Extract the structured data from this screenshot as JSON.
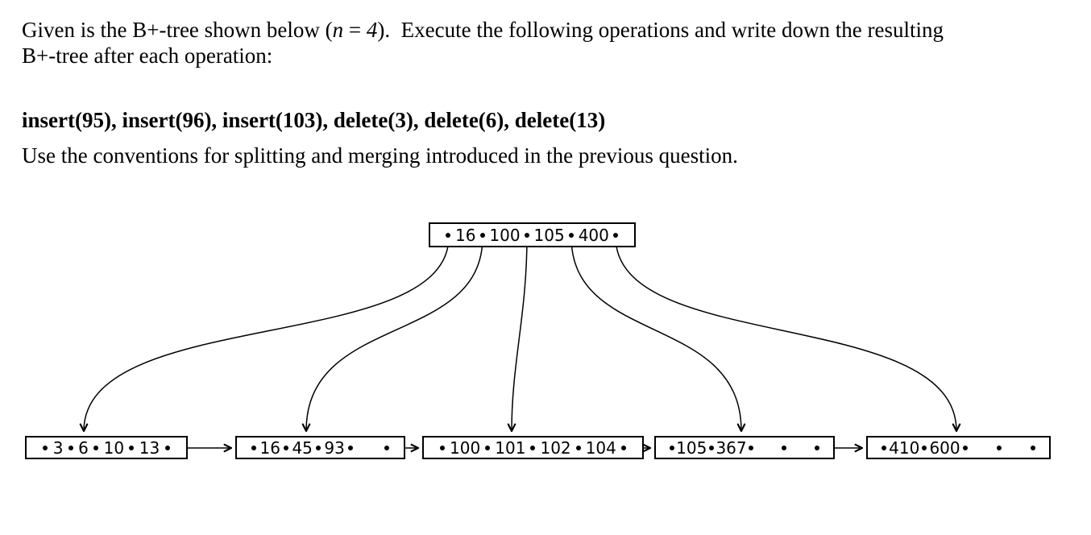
{
  "colors": {
    "ink": "#000000",
    "background": "#ffffff"
  },
  "question": {
    "line1": {
      "pre": "Given is the B+-tree shown below (",
      "var": "n",
      "eq": " = ",
      "val": "4",
      "post": ").  Execute the following operations and write down the resulting"
    },
    "line2": "B+-tree after each operation:",
    "operations": "insert(95), insert(96), insert(103), delete(3), delete(6), delete(13)",
    "note": "Use the conventions for splitting and merging introduced in the previous question."
  },
  "tree": {
    "order": "4",
    "root": {
      "keys": [
        "16",
        "100",
        "105",
        "400"
      ],
      "empty_slots": 0
    },
    "leaves": [
      {
        "keys": [
          "3",
          "6",
          "10",
          "13"
        ],
        "empty_slots": 0
      },
      {
        "keys": [
          "16",
          "45",
          "93"
        ],
        "empty_slots": 1
      },
      {
        "keys": [
          "100",
          "101",
          "102",
          "104"
        ],
        "empty_slots": 0
      },
      {
        "keys": [
          "105",
          "367"
        ],
        "empty_slots": 2
      },
      {
        "keys": [
          "410",
          "600"
        ],
        "empty_slots": 2
      }
    ]
  }
}
